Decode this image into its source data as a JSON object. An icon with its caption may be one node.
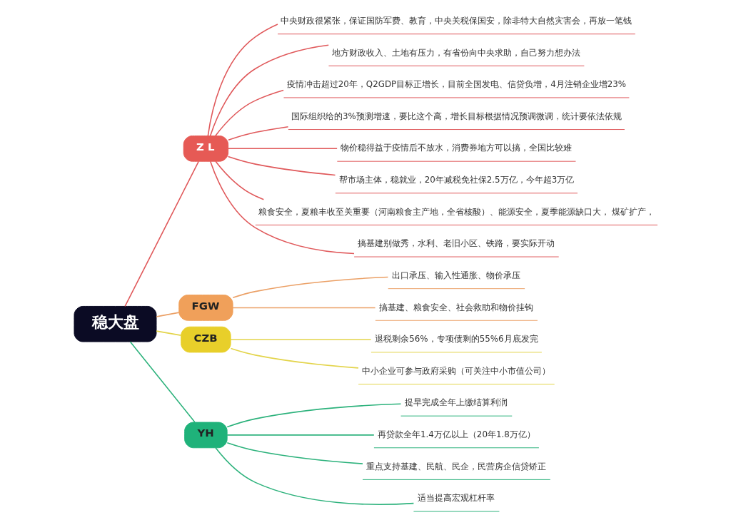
{
  "diagram": {
    "nodes": [
      {
        "text": [
          "稳大盘"
        ]
      },
      {
        "text": [
          "Z L"
        ]
      },
      {
        "text": [
          "中央财政很紧张，保证国防军费、教育，中央关税保国安，除非特大自然灾害会，再放一笔钱"
        ]
      },
      {
        "text": [
          "地方财政收入、土地有压力，有省份向中央求助，自己努力想办法"
        ]
      },
      {
        "text": [
          "疫情冲击超过20年，Q2GDP目标正增长，目前全国发电、信贷负增，4月注销企业增23%"
        ]
      },
      {
        "text": [
          "国际组织给的3%预测增速，要比这个高，增长目标根据情况预调微调，统计要依法依规"
        ]
      },
      {
        "text": [
          "物价稳得益于疫情后不放水，消费券地方可以搞，全国比较难"
        ]
      },
      {
        "text": [
          "帮市场主体，稳就业，20年减税免社保2.5万亿，今年超3万亿"
        ]
      },
      {
        "text": [
          "粮食安全，夏粮丰收至关重要（河南粮食主产地，全省核酸）、能源安全，夏季能源缺口大， 煤矿扩产，"
        ]
      },
      {
        "text": [
          "搞基建别做秀，水利、老旧小区、铁路，要实际开动"
        ]
      },
      {
        "text": [
          "FGW"
        ]
      },
      {
        "text": [
          "出口承压、输入性通胀、物价承压"
        ]
      },
      {
        "text": [
          "搞基建、粮食安全、社会救助和物价挂钩"
        ]
      },
      {
        "text": [
          "CZB"
        ]
      },
      {
        "text": [
          "退税剩余56%，专项债剩的55%6月底发完"
        ]
      },
      {
        "text": [
          "中小企业可参与政府采购（可关注中小市值公司）"
        ]
      },
      {
        "text": [
          "YH"
        ]
      },
      {
        "text": [
          "提早完成全年上缴结算利润"
        ]
      },
      {
        "text": [
          "再贷款全年1.4万亿以上（20年1.8万亿）"
        ]
      },
      {
        "text": [
          "重点支持基建、民航、民企，民营房企信贷矫正"
        ]
      },
      {
        "text": [
          "适当提高宏观杠杆率"
        ]
      }
    ],
    "edges": [
      {
        "from": 0,
        "to": 1,
        "arrow": "none"
      },
      {
        "from": 1,
        "to": 2,
        "arrow": "none"
      },
      {
        "from": 1,
        "to": 3,
        "arrow": "none"
      },
      {
        "from": 1,
        "to": 4,
        "arrow": "none"
      },
      {
        "from": 1,
        "to": 5,
        "arrow": "none"
      },
      {
        "from": 1,
        "to": 6,
        "arrow": "none"
      },
      {
        "from": 1,
        "to": 7,
        "arrow": "none"
      },
      {
        "from": 1,
        "to": 8,
        "arrow": "none"
      },
      {
        "from": 1,
        "to": 9,
        "arrow": "none"
      },
      {
        "from": 0,
        "to": 10,
        "arrow": "none",
        "color": "#eba066"
      },
      {
        "from": 10,
        "to": 11,
        "arrow": "none",
        "color": "#eba066"
      },
      {
        "from": 10,
        "to": 12,
        "arrow": "none",
        "color": "#eba066"
      },
      {
        "from": 0,
        "to": 13,
        "arrow": "none",
        "color": "#e3d44a"
      },
      {
        "from": 13,
        "to": 14,
        "arrow": "none",
        "color": "#e3d44a"
      },
      {
        "from": 13,
        "to": 15,
        "arrow": "none",
        "color": "#e3d44a"
      },
      {
        "from": 0,
        "to": 16,
        "arrow": "none",
        "color": "#2db27c"
      },
      {
        "from": 16,
        "to": 17,
        "arrow": "none",
        "color": "#2db27c"
      },
      {
        "from": 16,
        "to": 18,
        "arrow": "none",
        "color": "#2db27c"
      },
      {
        "from": 16,
        "to": 19,
        "arrow": "none",
        "color": "#2db27c"
      },
      {
        "from": 16,
        "to": 20,
        "arrow": "none",
        "color": "#2db27c"
      }
    ]
  }
}
